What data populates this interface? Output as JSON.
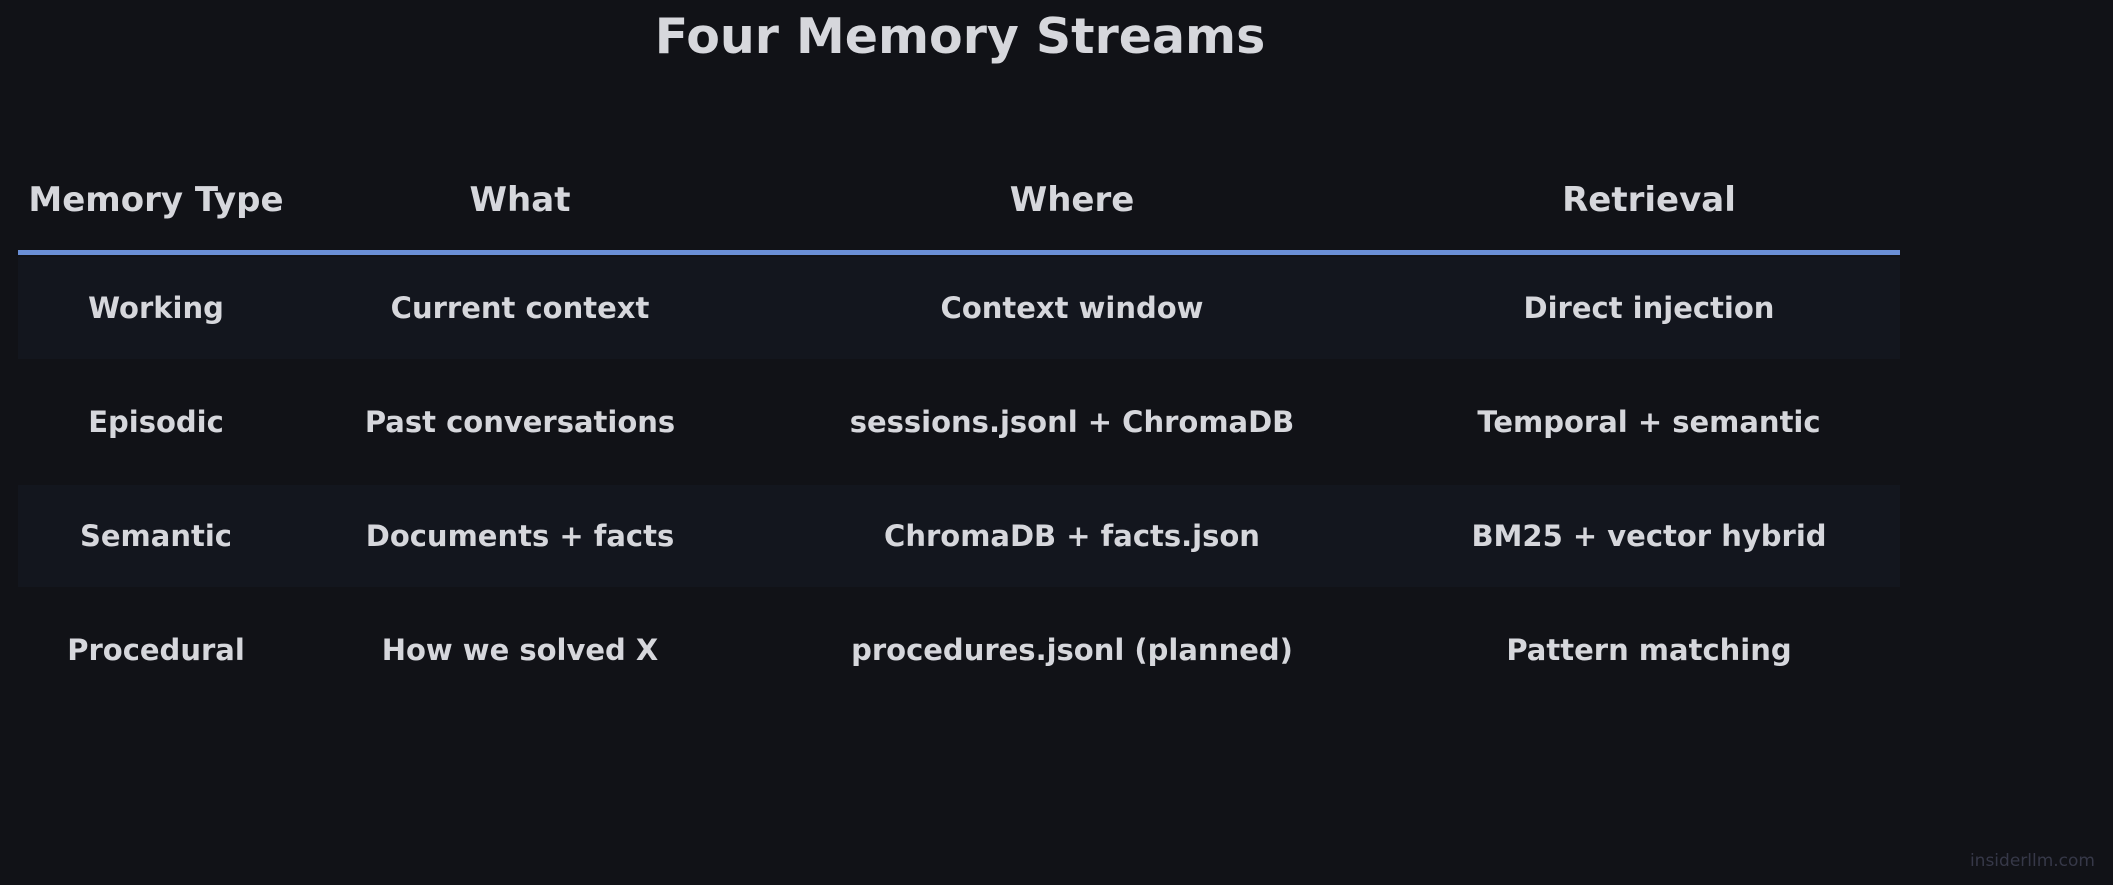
{
  "title": "Four Memory Streams",
  "table": {
    "headers": [
      "Memory Type",
      "What",
      "Where",
      "Retrieval"
    ],
    "rows": [
      [
        "Working",
        "Current context",
        "Context window",
        "Direct injection"
      ],
      [
        "Episodic",
        "Past conversations",
        "sessions.jsonl + ChromaDB",
        "Temporal + semantic"
      ],
      [
        "Semantic",
        "Documents + facts",
        "ChromaDB + facts.json",
        "BM25 + vector hybrid"
      ],
      [
        "Procedural",
        "How we solved X",
        "procedures.jsonl (planned)",
        "Pattern matching"
      ]
    ]
  },
  "colors": {
    "background": "#111217",
    "header_rule": "#6a8fd6",
    "stripe": "#13161e",
    "text": "#d6d7dc"
  },
  "watermark": "insiderllm.com"
}
